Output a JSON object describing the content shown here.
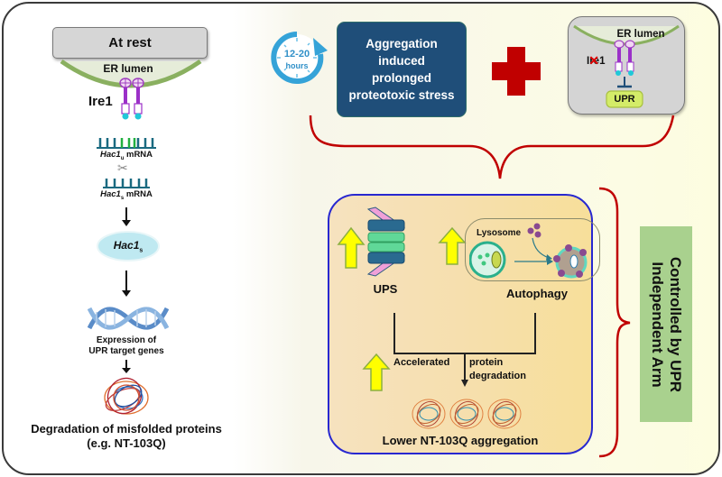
{
  "left_panel": {
    "title": "At rest",
    "er_lumen": "ER lumen",
    "ire1": "Ire1",
    "phospho": "P",
    "hac1u_mrna": {
      "gene": "Hac1",
      "sub": "u",
      "suffix": " mRNA"
    },
    "hac1s_mrna": {
      "gene": "Hac1",
      "sub": "s",
      "suffix": " mRNA"
    },
    "hac1s_protein": {
      "gene": "Hac1",
      "sub": "s"
    },
    "expression_line1": "Expression of",
    "expression_line2": "UPR target genes",
    "degradation_line1": "Degradation of misfolded proteins",
    "degradation_line2": "(e.g. NT-103Q)"
  },
  "top": {
    "clock_line1": "12-20",
    "clock_line2": "hours",
    "stress_lines": [
      "Aggregation",
      "induced",
      "prolonged",
      "proteotoxic stress"
    ],
    "plus_color": "#c00000",
    "ko_box": {
      "er_lumen": "ER lumen",
      "ire1_prefix": "I",
      "ire1_struck": "re",
      "ire1_suffix": "1",
      "upr": "UPR"
    }
  },
  "main": {
    "ups": "UPS",
    "lysosome": "Lysosome",
    "autophagy": "Autophagy",
    "accelerated": "Accelerated",
    "protein": "protein",
    "degradation": "degradation",
    "result": "Lower NT-103Q aggregation"
  },
  "side_label": "Controlled by UPR Independent Arm",
  "colors": {
    "bracket": "#c00000",
    "main_border": "#2828d0",
    "stress_box": "#1f4e79",
    "up_arrow": "#ffff00",
    "side_label_bg": "#a9d18e"
  }
}
